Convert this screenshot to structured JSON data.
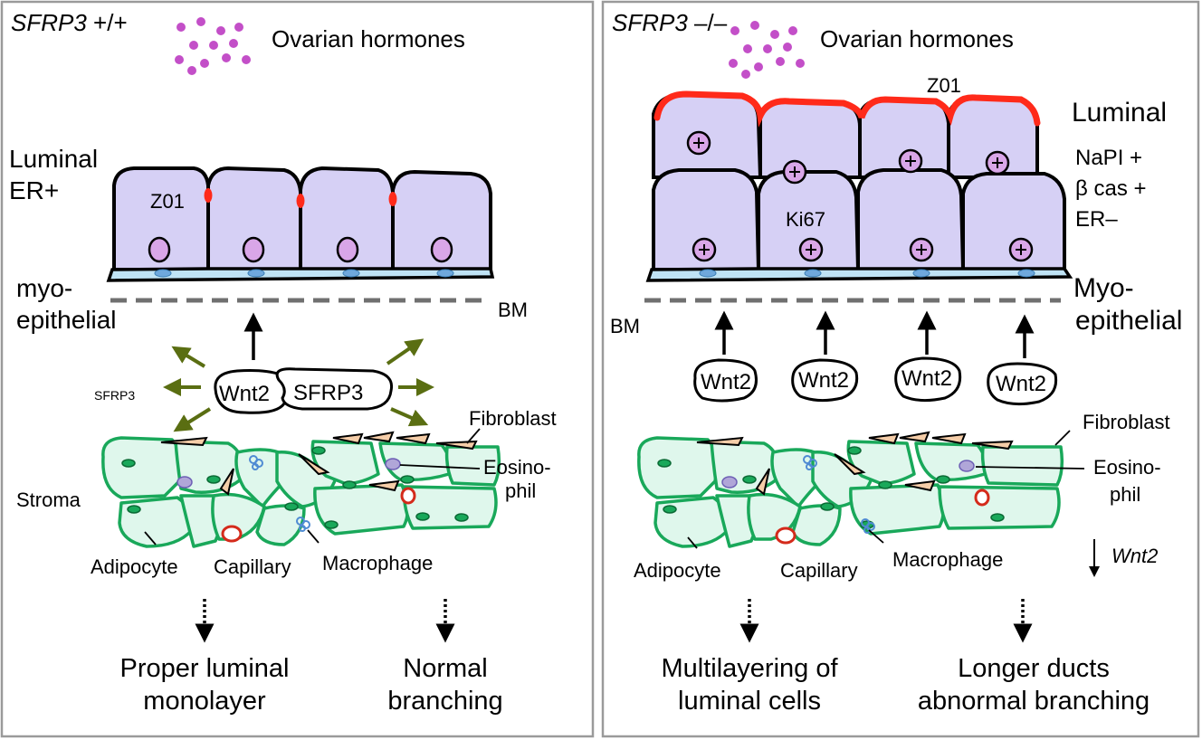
{
  "left": {
    "genotype_gene": "SFRP3",
    "genotype_suffix": " +/+",
    "hormones": "Ovarian hormones",
    "luminal_line1": "Luminal",
    "luminal_line2": "ER+",
    "z01": "Z01",
    "myo_line1": "myo-",
    "myo_line2": "epithelial",
    "bm": "BM",
    "wnt2": "Wnt2",
    "sfrp3_bubble": "SFRP3",
    "sfrp3_small": "SFRP3",
    "fibroblast": "Fibroblast",
    "eosino_line1": "Eosino-",
    "eosino_line2": "phil",
    "stroma": "Stroma",
    "adipocyte": "Adipocyte",
    "capillary": "Capillary",
    "macrophage": "Macrophage",
    "outcome1_line1": "Proper luminal",
    "outcome1_line2": "monolayer",
    "outcome2_line1": "Normal",
    "outcome2_line2": "branching"
  },
  "right": {
    "genotype_gene": "SFRP3",
    "genotype_suffix": " –/–",
    "hormones": "Ovarian hormones",
    "z01": "Z01",
    "luminal": "Luminal",
    "napi": "NaPI +",
    "bcas": "β cas +",
    "er": "ER–",
    "ki67": "Ki67",
    "myo_line1": "Myo-",
    "myo_line2": "epithelial",
    "bm": "BM",
    "wnt2_labels": [
      "Wnt2",
      "Wnt2",
      "Wnt2",
      "Wnt2"
    ],
    "fibroblast": "Fibroblast",
    "eosino_line1": "Eosino-",
    "eosino_line2": "phil",
    "adipocyte": "Adipocyte",
    "capillary": "Capillary",
    "macrophage": "Macrophage",
    "wnt2_down": "Wnt2",
    "outcome1_line1": "Multilayering of",
    "outcome1_line2": "luminal cells",
    "outcome2_line1": "Longer ducts",
    "outcome2_line2": "abnormal branching"
  },
  "colors": {
    "cell_fill": "#d6d0f5",
    "nucleus": "#d9a6e8",
    "myo": "#bfe3f5",
    "junction_red": "#ff2a1a",
    "stroma_fill": "#dff7ec",
    "stroma_edge": "#19a85a",
    "olive_arrow": "#5a6e12",
    "hormone_dot": "#c34fc8",
    "bm_gray": "#707070",
    "panel_border": "#9a9a9a"
  }
}
